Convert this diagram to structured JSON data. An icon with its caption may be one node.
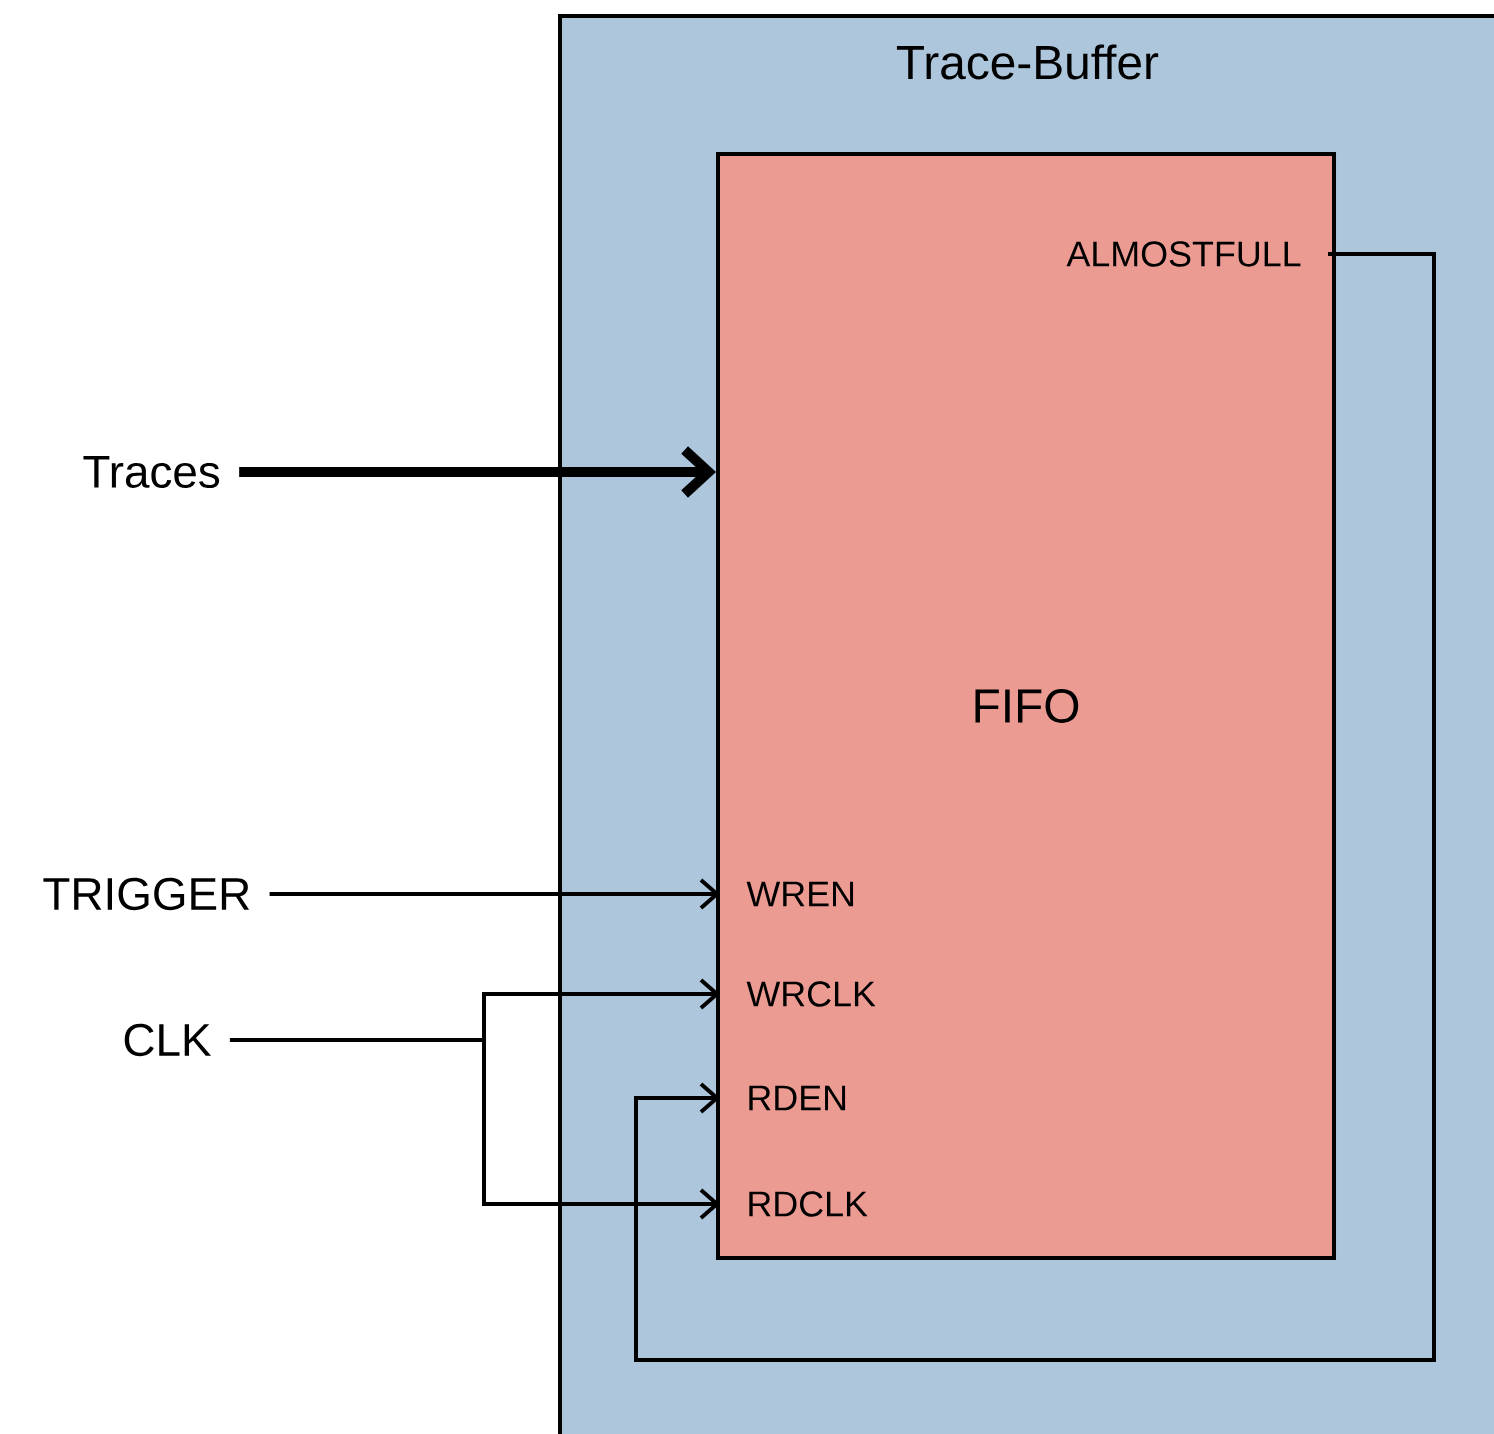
{
  "diagram": {
    "nodes": [
      {
        "text": [
          "Trace-Buffer"
        ]
      },
      {
        "text": [
          "FIFO"
        ],
        "in": 0
      },
      {
        "text": [
          "ALMOSTFULL"
        ],
        "in": 1
      },
      {
        "text": [
          "WREN"
        ],
        "in": 1
      },
      {
        "text": [
          "WRCLK"
        ],
        "in": 1
      },
      {
        "text": [
          "RDEN"
        ],
        "in": 1
      },
      {
        "text": [
          "RDCLK"
        ],
        "in": 1
      },
      {
        "text": [
          "Traces"
        ]
      },
      {
        "text": [
          "TRIGGER"
        ]
      },
      {
        "text": [
          "CLK"
        ]
      }
    ],
    "edges": [
      {
        "from": 7,
        "to": 1,
        "arrow": "to",
        "style": "thick"
      },
      {
        "from": 8,
        "to": 3,
        "arrow": "to"
      },
      {
        "from": 9,
        "to": 4,
        "arrow": "to"
      },
      {
        "from": 9,
        "to": 6,
        "arrow": "to"
      },
      {
        "from": 2,
        "to": 5,
        "arrow": "to"
      }
    ]
  }
}
